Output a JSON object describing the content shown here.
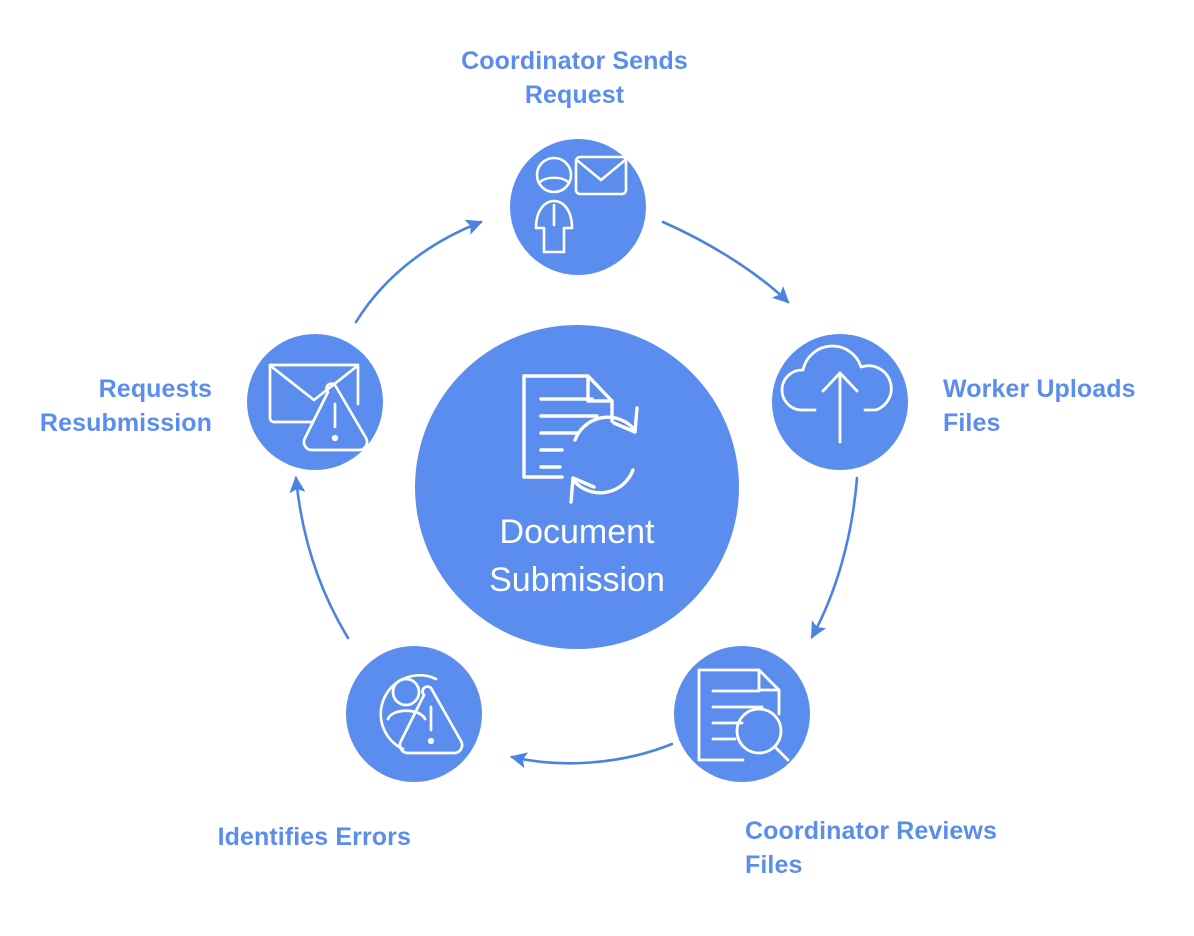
{
  "diagram": {
    "type": "cycle",
    "center": {
      "title": "Document\nSubmission",
      "icon": "document-sync-icon"
    },
    "colors": {
      "node_fill": "#5b8def",
      "label_text": "#5b8def",
      "center_text": "#ffffff",
      "arrow": "#4b83e0",
      "icon_stroke": "#ffffff",
      "background": "#ffffff"
    },
    "steps": [
      {
        "id": "coordinator-sends-request",
        "label": "Coordinator Sends\nRequest",
        "icon": "person-envelope-icon",
        "position": "top"
      },
      {
        "id": "worker-uploads-files",
        "label": "Worker Uploads\nFiles",
        "icon": "cloud-upload-icon",
        "position": "right"
      },
      {
        "id": "coordinator-reviews-files",
        "label": "Coordinator Reviews\nFiles",
        "icon": "document-search-icon",
        "position": "bottom-right"
      },
      {
        "id": "identifies-errors",
        "label": "Identifies Errors",
        "icon": "user-warning-icon",
        "position": "bottom-left"
      },
      {
        "id": "requests-resubmission",
        "label": "Requests\nResubmission",
        "icon": "envelope-warning-icon",
        "position": "left"
      }
    ],
    "arrows": [
      {
        "id": "arrow-top-to-right",
        "from": "coordinator-sends-request",
        "to": "worker-uploads-files"
      },
      {
        "id": "arrow-right-to-bottom-right",
        "from": "worker-uploads-files",
        "to": "coordinator-reviews-files"
      },
      {
        "id": "arrow-bottom-right-to-bottom-left",
        "from": "coordinator-reviews-files",
        "to": "identifies-errors"
      },
      {
        "id": "arrow-bottom-left-to-left",
        "from": "identifies-errors",
        "to": "requests-resubmission"
      },
      {
        "id": "arrow-left-to-top",
        "from": "requests-resubmission",
        "to": "coordinator-sends-request"
      }
    ]
  }
}
